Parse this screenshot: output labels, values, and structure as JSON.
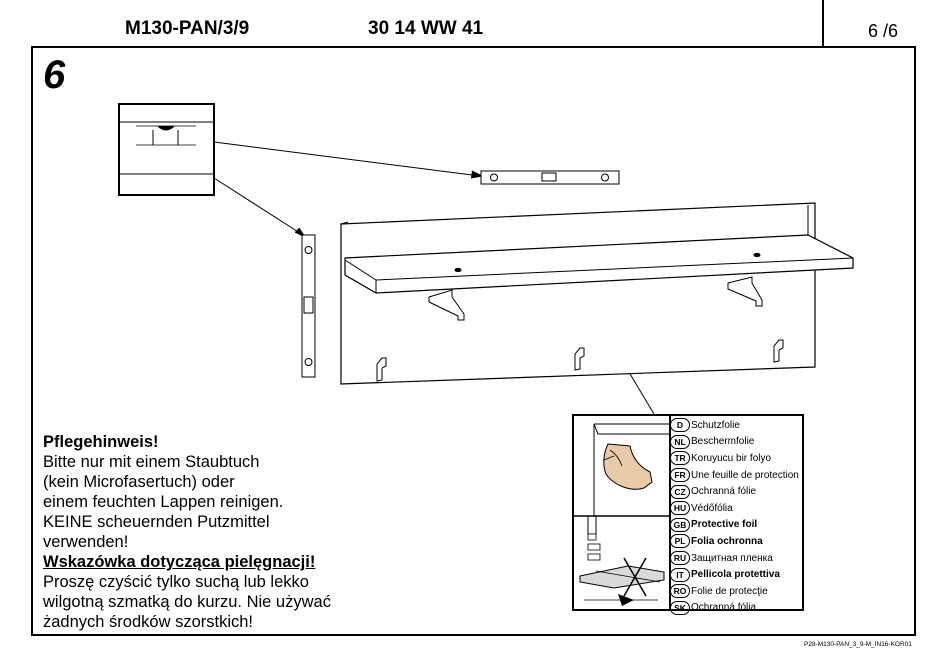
{
  "header": {
    "model": "M130-PAN/3/9",
    "code": "30 14 WW 41",
    "page": "6 /6"
  },
  "step": {
    "number": "6"
  },
  "care": {
    "de_title": "Pflegehinweis!",
    "de_lines": [
      "Bitte nur mit einem Staubtuch",
      "(kein Microfasertuch) oder",
      "einem feuchten Lappen reinigen.",
      "KEINE scheuernden Putzmittel",
      "verwenden!"
    ],
    "pl_title": "Wskazówka dotycząca pielęgnacji!",
    "pl_lines": [
      "Proszę czyścić tylko suchą lub lekko",
      "wilgotną szmatką do kurzu. Nie używać",
      "żadnych środków szorstkich!"
    ]
  },
  "foil": {
    "items": [
      {
        "lang": "D",
        "text": "Schutzfolie"
      },
      {
        "lang": "NL",
        "text": "Beschermfolie"
      },
      {
        "lang": "TR",
        "text": "Koruyucu bir folyo"
      },
      {
        "lang": "FR",
        "text": "Une feuille de protection"
      },
      {
        "lang": "CZ",
        "text": "Ochranná fólie"
      },
      {
        "lang": "HU",
        "text": "Védőfólia"
      },
      {
        "lang": "GB",
        "text": "Protective foil"
      },
      {
        "lang": "PL",
        "text": "Folia ochronna"
      },
      {
        "lang": "RU",
        "text": "Защитная пленка"
      },
      {
        "lang": "IT",
        "text": "Pellicola protettiva"
      },
      {
        "lang": "RO",
        "text": "Folie de protecţie"
      },
      {
        "lang": "SK",
        "text": "Ochranná fólia"
      }
    ]
  },
  "footer": {
    "ref": "P28-M130-PAN_3_9-M_IN16-KOR01"
  }
}
